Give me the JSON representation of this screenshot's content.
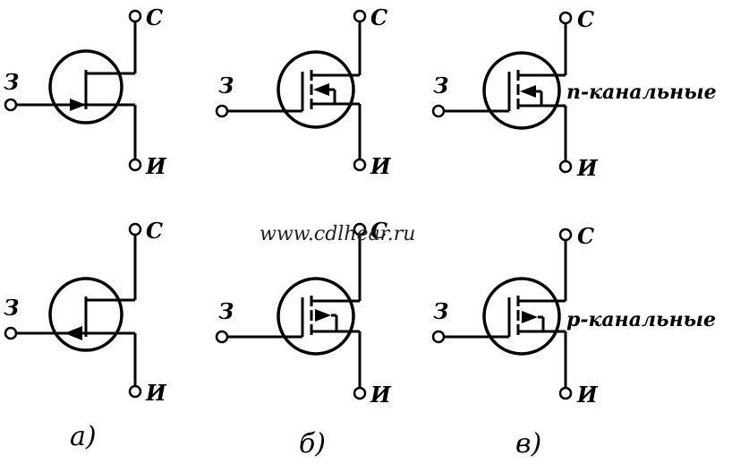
{
  "pins": {
    "gate": "З",
    "drain": "С",
    "source": "И"
  },
  "channel_labels": {
    "n": "n-канальные",
    "p": "p-канальные"
  },
  "captions": [
    "а)",
    "б)",
    "в)"
  ],
  "watermark": "www.cdlhear.ru",
  "transistors": [
    {
      "column": "а",
      "type": "junction",
      "channel": "n"
    },
    {
      "column": "б",
      "type": "insulated-gate",
      "channel": "n"
    },
    {
      "column": "в",
      "type": "insulated-gate-substrate",
      "channel": "n"
    },
    {
      "column": "а",
      "type": "junction",
      "channel": "p"
    },
    {
      "column": "б",
      "type": "insulated-gate",
      "channel": "p"
    },
    {
      "column": "в",
      "type": "insulated-gate-substrate",
      "channel": "p"
    }
  ]
}
